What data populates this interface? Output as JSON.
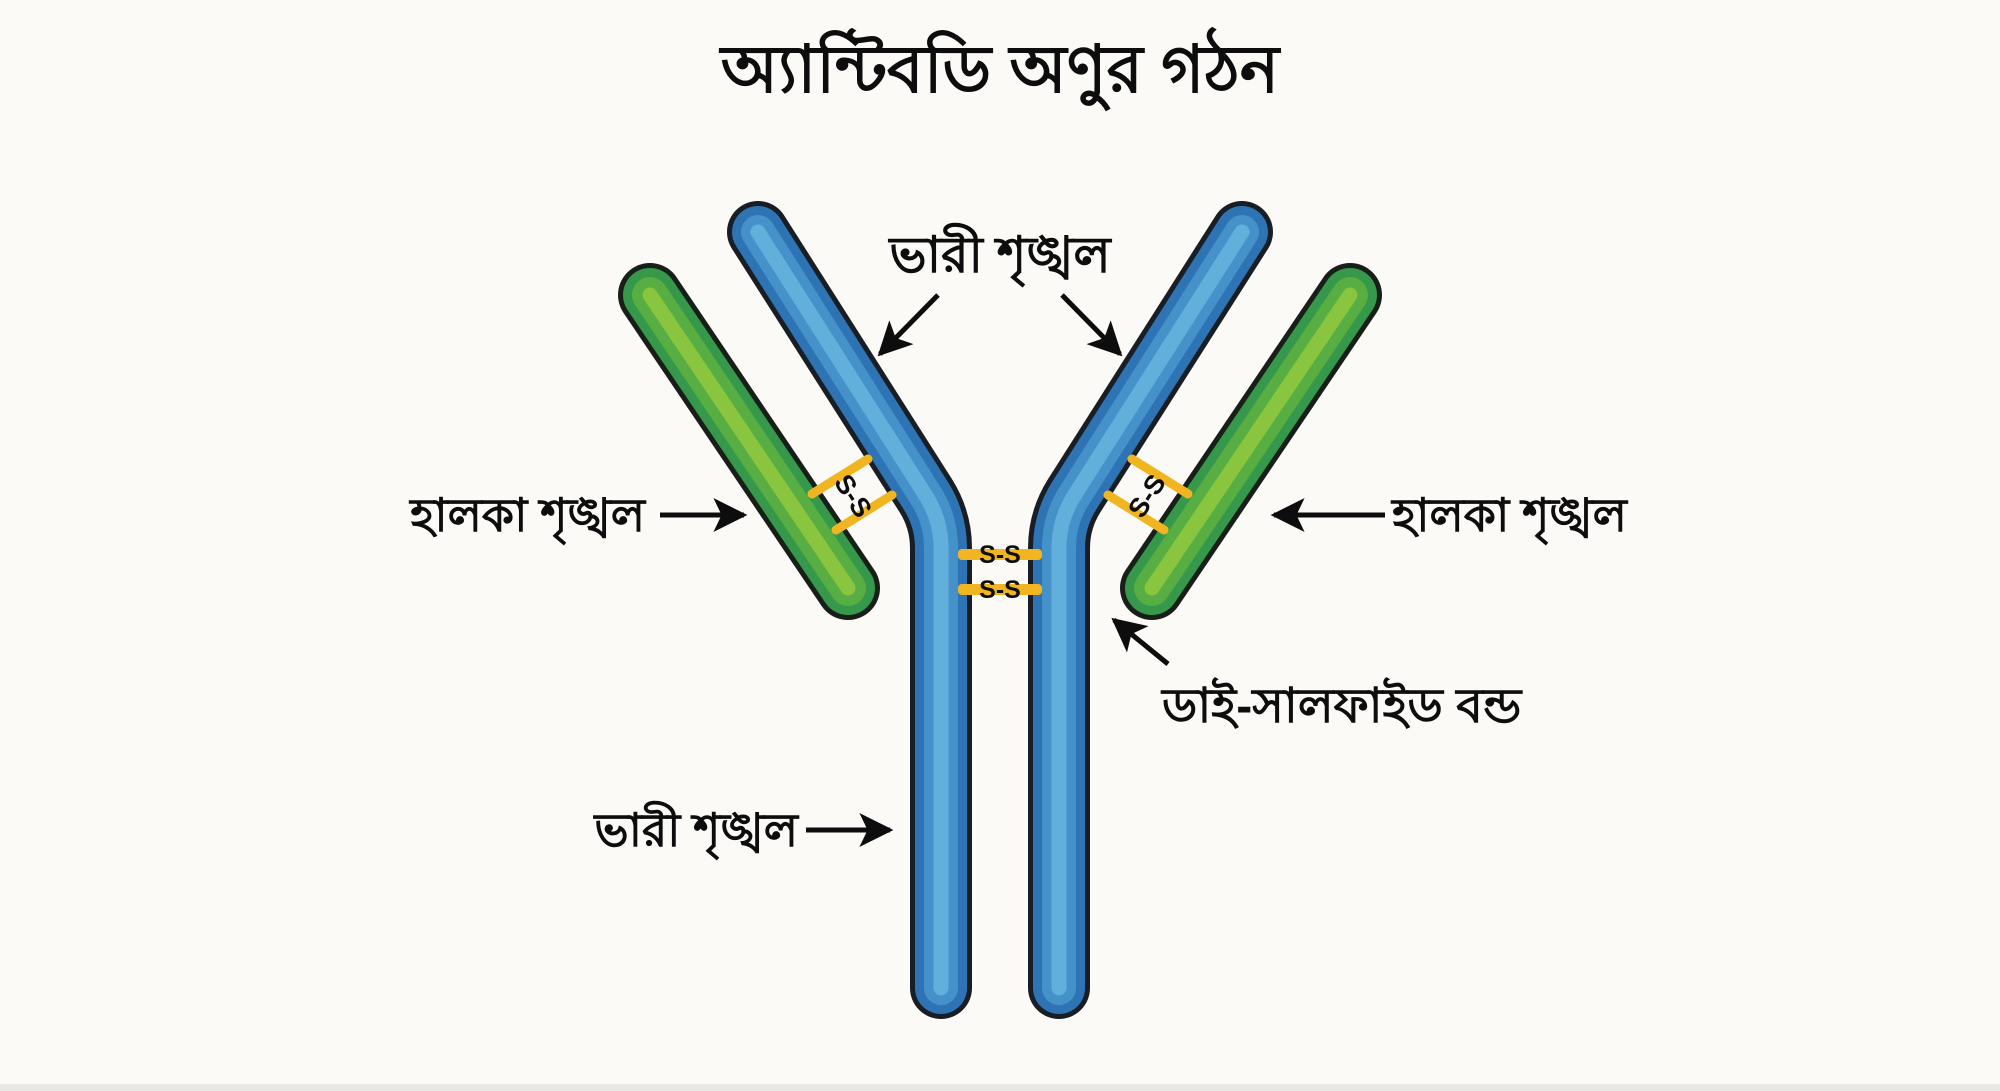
{
  "title": "অ্যান্টিবডি অণুর গঠন",
  "labels": {
    "heavy_chain_top": "ভারী শৃঙ্খল",
    "light_chain_left": "হালকা শৃঙ্খল",
    "light_chain_right": "হালকা শৃঙ্খল",
    "disulfide_bond": "ডাই-সালফাইড বন্ড",
    "heavy_chain_bottom": "ভারী শৃঙ্খল"
  },
  "bonds": {
    "label": "S-S",
    "bar_count": 6
  },
  "colors": {
    "heavy_chain": "#2e74b4",
    "heavy_chain_highlight": "#66b2dd",
    "light_chain": "#35984a",
    "light_chain_highlight": "#8cc63e",
    "bond": "#f0b521",
    "outline": "#191d24",
    "text": "#0d0d0d",
    "background": "#fbfaf7"
  }
}
